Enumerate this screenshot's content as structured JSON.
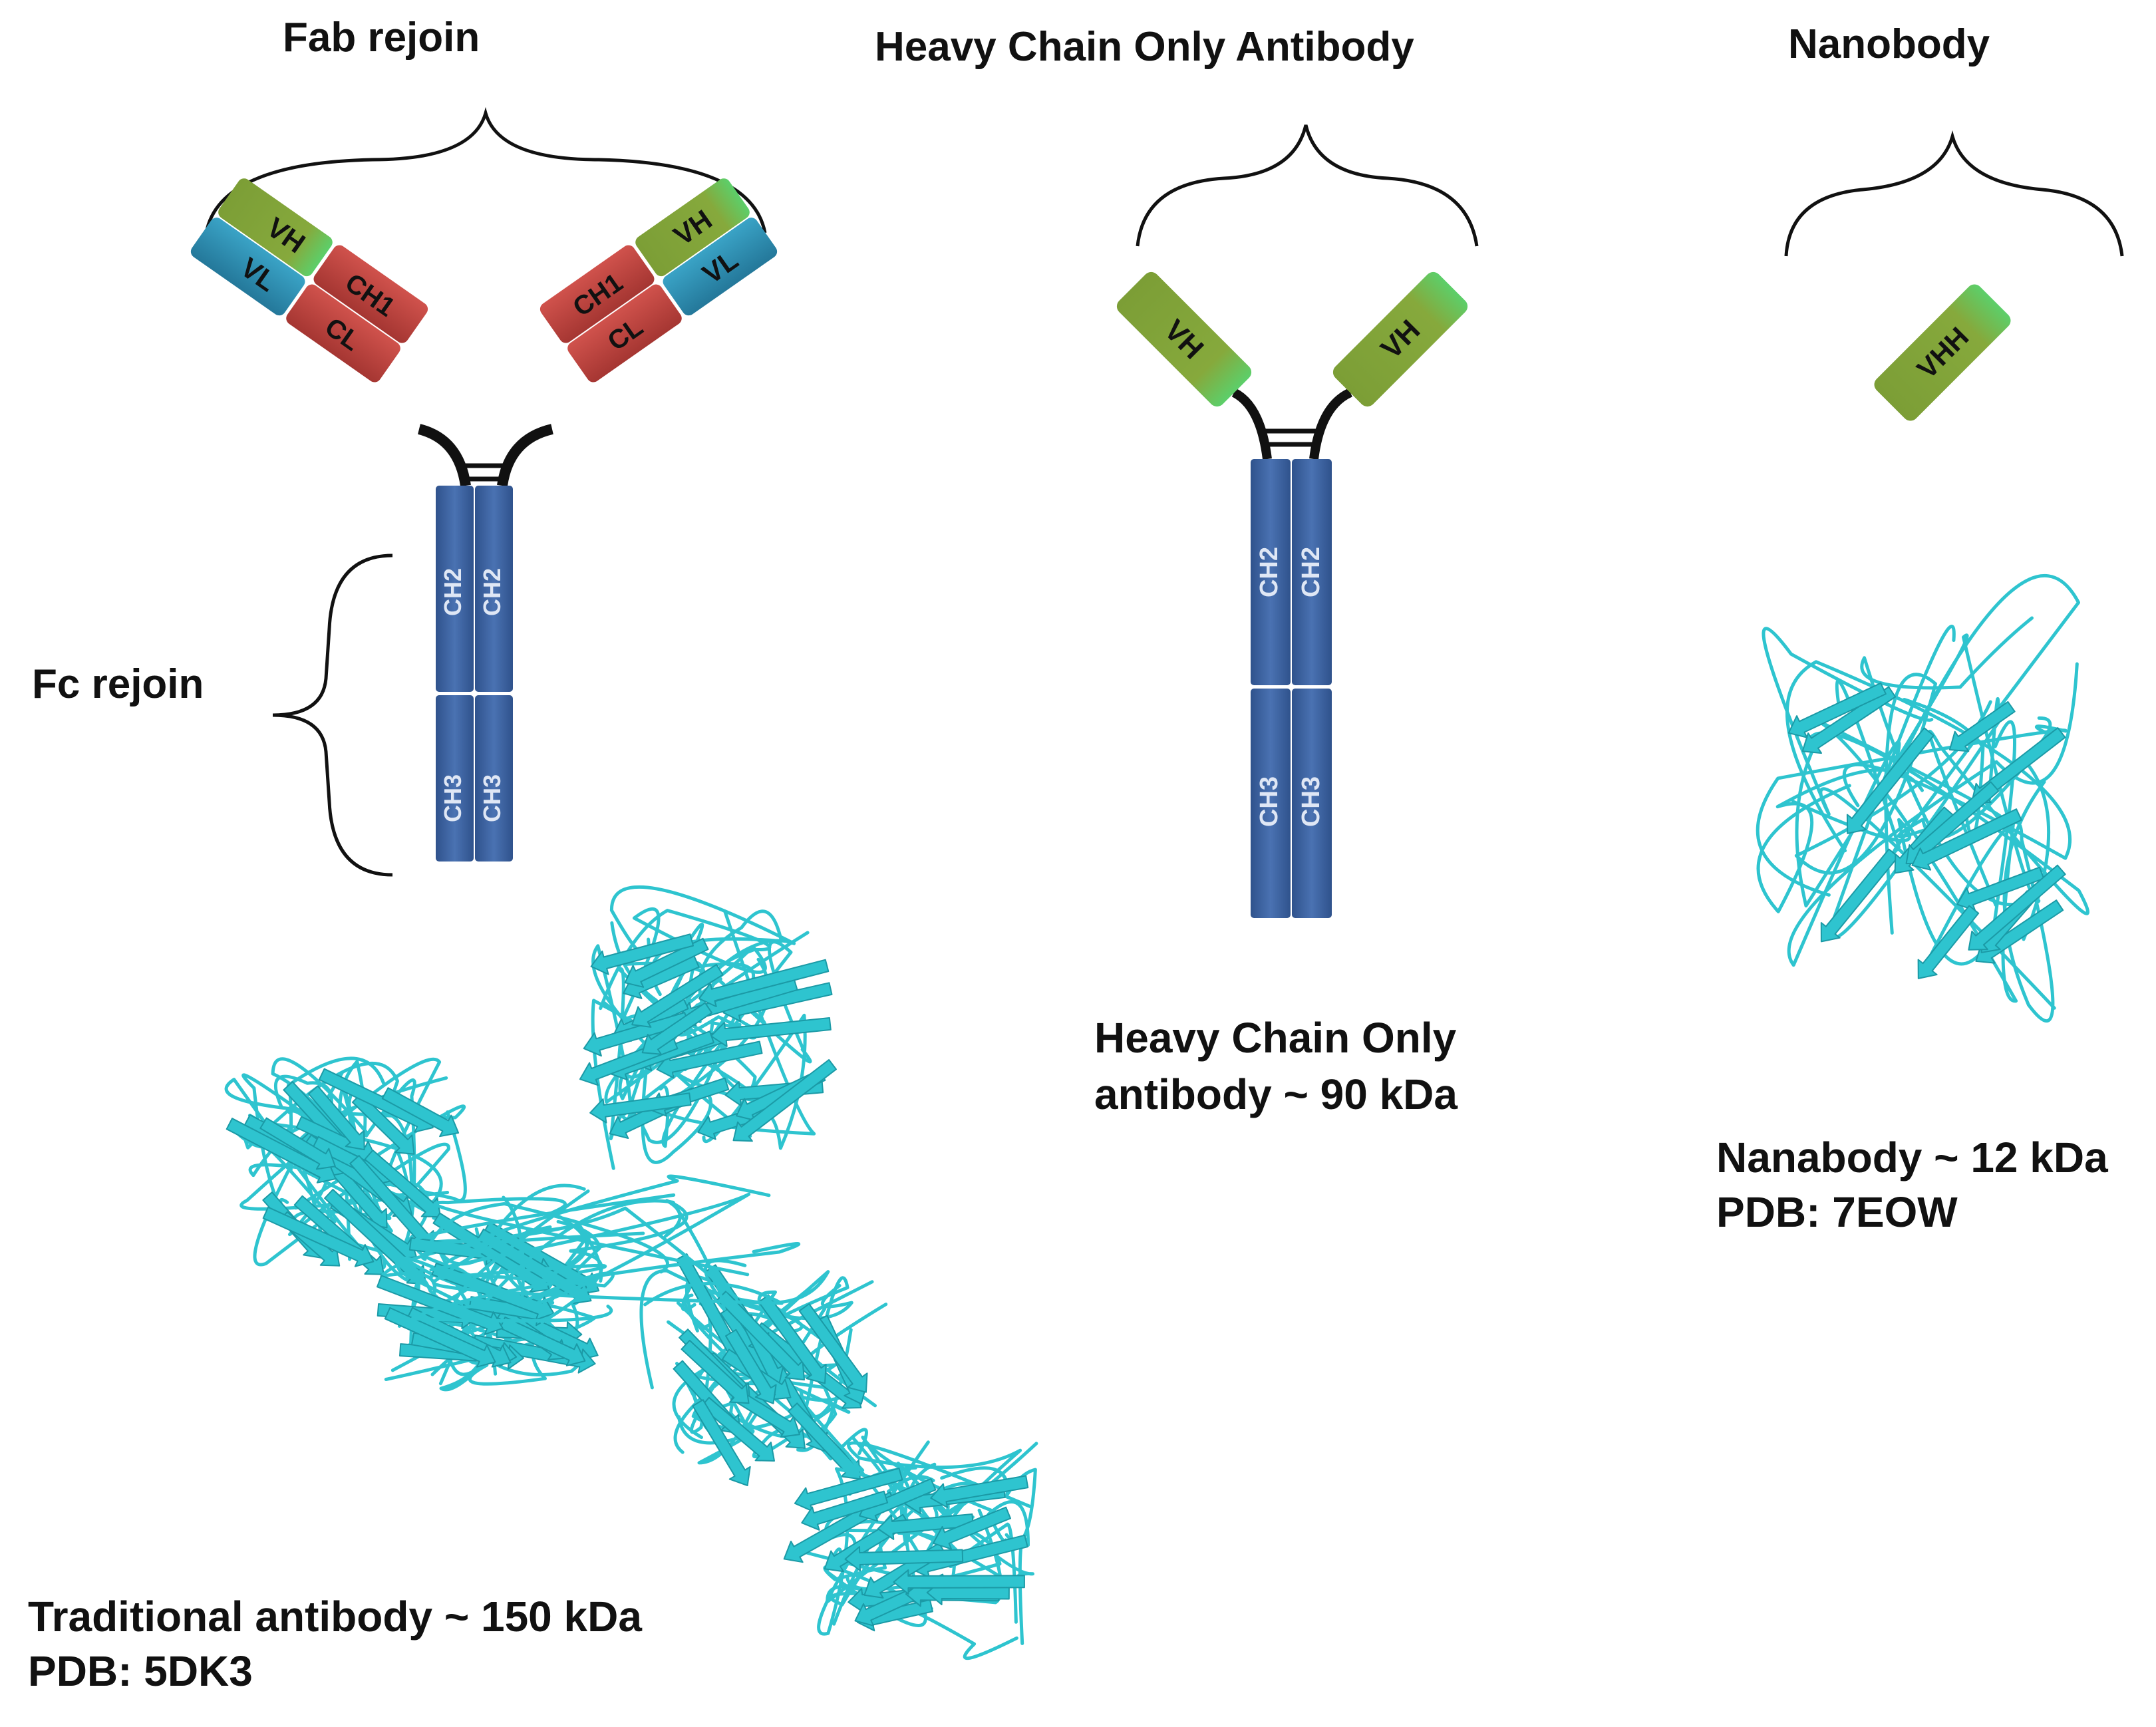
{
  "titles": {
    "fab": "Fab rejoin",
    "hcab": "Heavy Chain Only Antibody",
    "nano": "Nanobody",
    "fc": "Fc rejoin"
  },
  "domains": {
    "vh": "VH",
    "vl": "VL",
    "ch1": "CH1",
    "cl": "CL",
    "ch2": "CH2",
    "ch3": "CH3",
    "vhh": "VHH"
  },
  "captions": {
    "traditional_line1": "Traditional antibody ~ 150 kDa",
    "traditional_line2": "PDB: 5DK3",
    "hcab_line1": "Heavy Chain Only",
    "hcab_line2": "antibody ~ 90 kDa",
    "nano_line1": "Nanabody ~ 12 kDa",
    "nano_line2": "PDB: 7EOW"
  },
  "colors": {
    "blue_fc": "#3d62a0",
    "green_vh": "#86a93c",
    "teal_vl": "#2f8fb2",
    "red_ch1": "#c0423f",
    "ribbon": "#2ec4cf",
    "ink": "#111111"
  }
}
